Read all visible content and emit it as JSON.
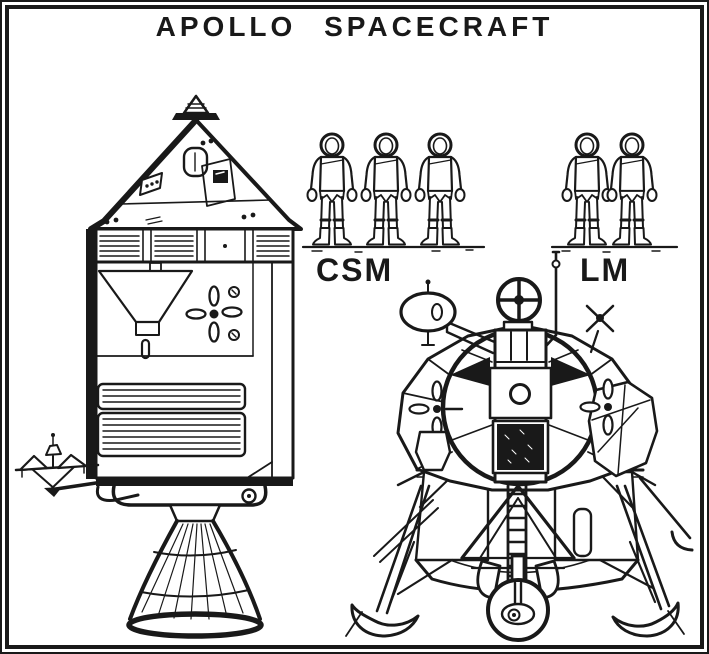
{
  "colors": {
    "background": "#ffffff",
    "ink": "#191919"
  },
  "title": "APOLLO SPACECRAFT",
  "spacecraft": {
    "csm": {
      "label": "CSM",
      "crew_figures": 3
    },
    "lm": {
      "label": "LM",
      "crew_figures": 2
    }
  }
}
